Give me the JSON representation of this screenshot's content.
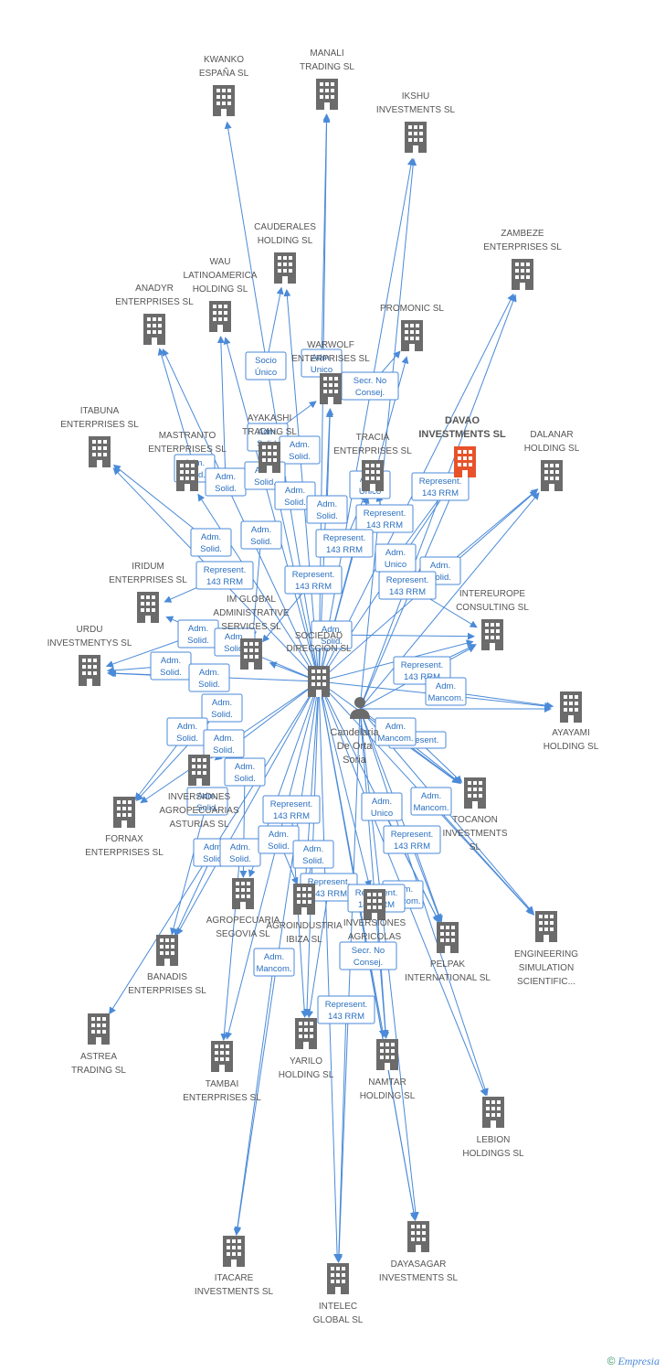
{
  "colors": {
    "edge": "#4a8ad8",
    "building": "#6b6b6b",
    "focus_building": "#e8522a",
    "label": "#555555"
  },
  "hubs": {
    "company": {
      "label": [
        "SOCIEDAD",
        "DIRECCIÓN SL"
      ],
      "icon": "building-icon"
    },
    "person": {
      "label": [
        "Candelaria",
        "De Orta",
        "Soria"
      ],
      "icon": "person-icon"
    }
  },
  "nodes": [
    {
      "id": "kwanko",
      "label": [
        "KWANKO",
        "ESPAÑA  SL"
      ]
    },
    {
      "id": "manali",
      "label": [
        "MANALI",
        "TRADING SL"
      ]
    },
    {
      "id": "ikshu",
      "label": [
        "IKSHU",
        "INVESTMENTS SL"
      ]
    },
    {
      "id": "cauderales",
      "label": [
        "CAUDERALES",
        "HOLDING SL"
      ]
    },
    {
      "id": "zambeze",
      "label": [
        "ZAMBEZE",
        "ENTERPRISES SL"
      ]
    },
    {
      "id": "wau",
      "label": [
        "WAU",
        "LATINOAMERICA",
        "HOLDING SL"
      ]
    },
    {
      "id": "anadyr",
      "label": [
        "ANADYR",
        "ENTERPRISES SL"
      ]
    },
    {
      "id": "promonic",
      "label": [
        "PROMONIC SL"
      ]
    },
    {
      "id": "warwolf",
      "label": [
        "WARWOLF",
        "ENTERPRISES SL"
      ]
    },
    {
      "id": "itabuna",
      "label": [
        "ITABUNA",
        "ENTERPRISES SL"
      ]
    },
    {
      "id": "ayakashi",
      "label": [
        "AYAKASHI",
        "TRADING SL"
      ]
    },
    {
      "id": "mastranto",
      "label": [
        "MASTRANTO",
        "ENTERPRISES SL"
      ]
    },
    {
      "id": "tracia",
      "label": [
        "TRACIA",
        "ENTERPRISES SL"
      ]
    },
    {
      "id": "davao",
      "label": [
        "DAVAO",
        "INVESTMENTS SL"
      ],
      "focus": true
    },
    {
      "id": "dalanar",
      "label": [
        "DALANAR",
        "HOLDING SL"
      ]
    },
    {
      "id": "iridum",
      "label": [
        "IRIDUM",
        "ENTERPRISES SL"
      ]
    },
    {
      "id": "imglobal",
      "label": [
        "IM GLOBAL",
        "ADMINISTRATIVE",
        "SERVICES  SL"
      ]
    },
    {
      "id": "intereurope",
      "label": [
        "INTEREUROPE",
        "CONSULTING SL"
      ]
    },
    {
      "id": "urdu",
      "label": [
        "URDU",
        "INVESTMENTYS SL"
      ]
    },
    {
      "id": "ayayami",
      "label": [
        "AYAYAMI",
        "HOLDING SL"
      ]
    },
    {
      "id": "inversiones_asturias",
      "label": [
        "INVERSIONES",
        "AGROPECUARIAS",
        "ASTURIAS  SL"
      ]
    },
    {
      "id": "fornax",
      "label": [
        "FORNAX",
        "ENTERPRISES SL"
      ]
    },
    {
      "id": "tocanon",
      "label": [
        "TOCANON",
        "INVESTMENTS",
        "SL"
      ]
    },
    {
      "id": "engineering",
      "label": [
        "ENGINEERING",
        "SIMULATION",
        "SCIENTIFIC..."
      ]
    },
    {
      "id": "agropecuaria_segovia",
      "label": [
        "AGROPECUARIA",
        "SEGOVIA  SL"
      ]
    },
    {
      "id": "agroindustria",
      "label": [
        "AGROINDUSTRIA",
        "IBIZA  SL"
      ]
    },
    {
      "id": "inversiones_agricolas",
      "label": [
        "INVERSIONES",
        "AGRICOLAS"
      ]
    },
    {
      "id": "pelpak",
      "label": [
        "PELPAK",
        "INTERNATIONAL SL"
      ]
    },
    {
      "id": "banadis",
      "label": [
        "BANADIS",
        "ENTERPRISES SL"
      ]
    },
    {
      "id": "astrea",
      "label": [
        "ASTREA",
        "TRADING SL"
      ]
    },
    {
      "id": "tambai",
      "label": [
        "TAMBAI",
        "ENTERPRISES SL"
      ]
    },
    {
      "id": "yarilo",
      "label": [
        "YARILO",
        "HOLDING SL"
      ]
    },
    {
      "id": "namtar",
      "label": [
        "NAMTAR",
        "HOLDING SL"
      ]
    },
    {
      "id": "lebion",
      "label": [
        "LEBION",
        "HOLDINGS SL"
      ]
    },
    {
      "id": "itacare",
      "label": [
        "ITACARE",
        "INVESTMENTS SL"
      ]
    },
    {
      "id": "intelec",
      "label": [
        "INTELEC",
        "GLOBAL SL"
      ]
    },
    {
      "id": "dayasagar",
      "label": [
        "DAYASAGAR",
        "INVESTMENTS SL"
      ]
    }
  ],
  "relations": [
    {
      "lines": [
        "Socio",
        "Único"
      ]
    },
    {
      "lines": [
        "Adm.",
        "Unico"
      ]
    },
    {
      "lines": [
        "Secr.  No",
        "Consej."
      ]
    },
    {
      "lines": [
        "Adm.",
        "Solid."
      ]
    },
    {
      "lines": [
        "Adm.",
        "Solid."
      ]
    },
    {
      "lines": [
        "Adm.",
        "Solid."
      ]
    },
    {
      "lines": [
        "Adm.",
        "Solid."
      ]
    },
    {
      "lines": [
        "Adm.",
        "Solid."
      ]
    },
    {
      "lines": [
        "Adm.",
        "Unico"
      ]
    },
    {
      "lines": [
        "Represent.",
        "143 RRM"
      ]
    },
    {
      "lines": [
        "Adm.",
        "Solid."
      ]
    },
    {
      "lines": [
        "Adm.",
        "Solid."
      ]
    },
    {
      "lines": [
        "Represent.",
        "143 RRM"
      ]
    },
    {
      "lines": [
        "Adm.",
        "Solid."
      ]
    },
    {
      "lines": [
        "Adm.",
        "Solid."
      ]
    },
    {
      "lines": [
        "Represent.",
        "143 RRM"
      ]
    },
    {
      "lines": [
        "Adm.",
        "Unico"
      ]
    },
    {
      "lines": [
        "Adm.",
        "Solid."
      ]
    },
    {
      "lines": [
        "Represent.",
        "143 RRM"
      ]
    },
    {
      "lines": [
        "Represent.",
        "143 RRM"
      ]
    },
    {
      "lines": [
        "Represent.",
        "143 RRM"
      ]
    },
    {
      "lines": [
        "Adm.",
        "Solid."
      ]
    },
    {
      "lines": [
        "Adm.",
        "Solid."
      ]
    },
    {
      "lines": [
        "Adm.",
        "Solid."
      ]
    },
    {
      "lines": [
        "Adm.",
        "Solid."
      ]
    },
    {
      "lines": [
        "Adm.",
        "Solid."
      ]
    },
    {
      "lines": [
        "Represent.",
        "143 RRM"
      ]
    },
    {
      "lines": [
        "Adm.",
        "Mancom."
      ]
    },
    {
      "lines": [
        "Adm.",
        "Solid."
      ]
    },
    {
      "lines": [
        "Represent."
      ]
    },
    {
      "lines": [
        "Adm.",
        "Solid."
      ]
    },
    {
      "lines": [
        "Adm.",
        "Solid."
      ]
    },
    {
      "lines": [
        "Adm.",
        "Solid."
      ]
    },
    {
      "lines": [
        "Adm.",
        "Solid."
      ]
    },
    {
      "lines": [
        "Adm.",
        "Mancom."
      ]
    },
    {
      "lines": [
        "Represent.",
        "143 RRM"
      ]
    },
    {
      "lines": [
        "Adm.",
        "Unico"
      ]
    },
    {
      "lines": [
        "Represent.",
        "143 RRM"
      ]
    },
    {
      "lines": [
        "Adm.",
        "Solid."
      ]
    },
    {
      "lines": [
        "Adm.",
        "Mancom."
      ]
    },
    {
      "lines": [
        "Adm.",
        "Solid."
      ]
    },
    {
      "lines": [
        "Adm.",
        "Solid."
      ]
    },
    {
      "lines": [
        "Adm.",
        "Solid."
      ]
    },
    {
      "lines": [
        "Represent.",
        "143 RRM"
      ]
    },
    {
      "lines": [
        "Represent.",
        "143 RRM"
      ]
    },
    {
      "lines": [
        "Adm.",
        "Mancom."
      ]
    },
    {
      "lines": [
        "Adm.",
        "Mancom."
      ]
    },
    {
      "lines": [
        "Secr.  No",
        "Consej."
      ]
    },
    {
      "lines": [
        "Represent.",
        "143 RRM"
      ]
    }
  ],
  "footer": {
    "copyright": "©",
    "brand": "Empresia"
  }
}
